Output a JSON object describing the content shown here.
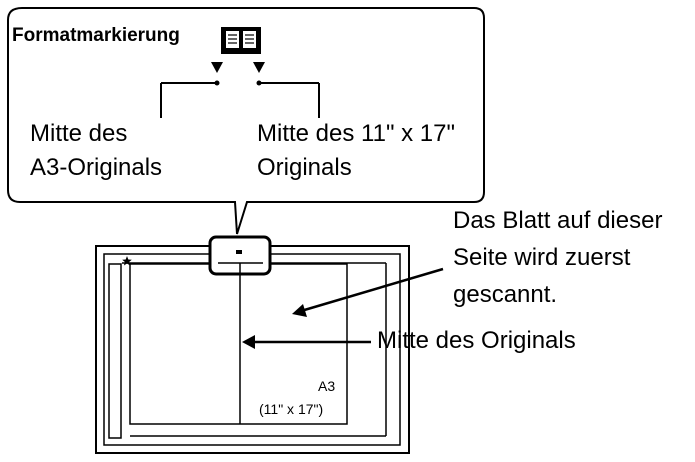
{
  "callout": {
    "title": "Formatmarkierung",
    "book_icon": "open-book-icon",
    "left_label_line1": "Mitte des",
    "left_label_line2": "A3-Originals",
    "right_label_line1": "Mitte des 11\" x 17\"",
    "right_label_line2": "Originals"
  },
  "scanner": {
    "side_note_line1": "Das Blatt auf dieser",
    "side_note_line2": "Seite wird zuerst",
    "side_note_line3": "gescannt.",
    "center_label": "Mitte des Originals",
    "size_label_line1": "A3",
    "size_label_line2": "(11\" x 17\")"
  }
}
